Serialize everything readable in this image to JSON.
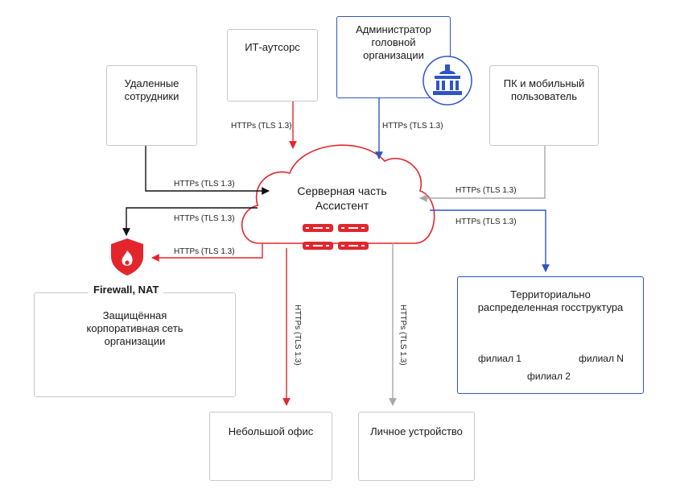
{
  "nodes": {
    "remote": {
      "title": "Удаленные\nсотрудники"
    },
    "it": {
      "title": "ИТ-аутсорс"
    },
    "admin": {
      "title": "Администратор\nголовной\nорганизации"
    },
    "pc_mobile": {
      "title": "ПК и мобильный\nпользователь"
    },
    "server": {
      "title": "Серверная часть\nАссистент"
    },
    "firewall": {
      "title": "Firewall, NAT"
    },
    "corporate": {
      "title": "Защищённая\nкорпоративная сеть\nорганизации"
    },
    "territorial": {
      "title": "Территориально\nраспределенная госструктура",
      "branches": [
        "филиал 1",
        "филиал 2",
        "филиал N"
      ]
    },
    "small_office": {
      "title": "Небольшой офис"
    },
    "personal": {
      "title": "Личное устройство"
    }
  },
  "edges": {
    "label": "HTTPs (TLS 1.3)"
  },
  "colors": {
    "red": "#e3262c",
    "blue": "#2e55c6",
    "grey": "#a8a8a8",
    "black": "#111111"
  },
  "icons": {
    "laptop": "laptop-icon",
    "monitor": "monitor-icon",
    "phone": "phone-icon",
    "server": "server-icon",
    "router": "router-icon",
    "building": "building-icon",
    "shield": "shield-fire-icon"
  }
}
